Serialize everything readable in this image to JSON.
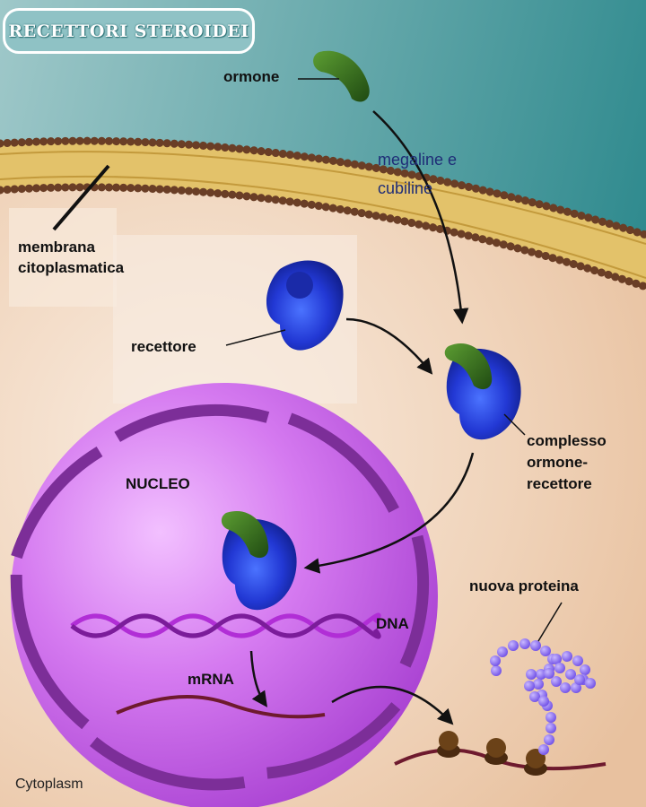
{
  "title": "RECETTORI STEROIDEI",
  "labels": {
    "ormone": "ormone",
    "megaline_line1": "megaline e",
    "megaline_line2": "cubiline",
    "membrana_line1": "membrana",
    "membrana_line2": "citoplasmatica",
    "recettore": "recettore",
    "complesso_line1": "complesso",
    "complesso_line2": "ormone-",
    "complesso_line3": "recettore",
    "nucleo": "NUCLEO",
    "dna": "DNA",
    "mrna": "mRNA",
    "nuova_proteina": "nuova proteina",
    "cytoplasm": "Cytoplasm"
  },
  "colors": {
    "extracellular": "#5fa7aa",
    "cytoplasm": "#efcfb2",
    "membrane": "#e3c26a",
    "nucleus": "#c95ee6",
    "nuclear_envelope": "#7c2e98",
    "receptor": "#2436c8",
    "hormone": "#3f7f22",
    "protein_beads": "#8a6cf0",
    "ribosome": "#5a3414",
    "mrna": "#6e1a2e"
  }
}
